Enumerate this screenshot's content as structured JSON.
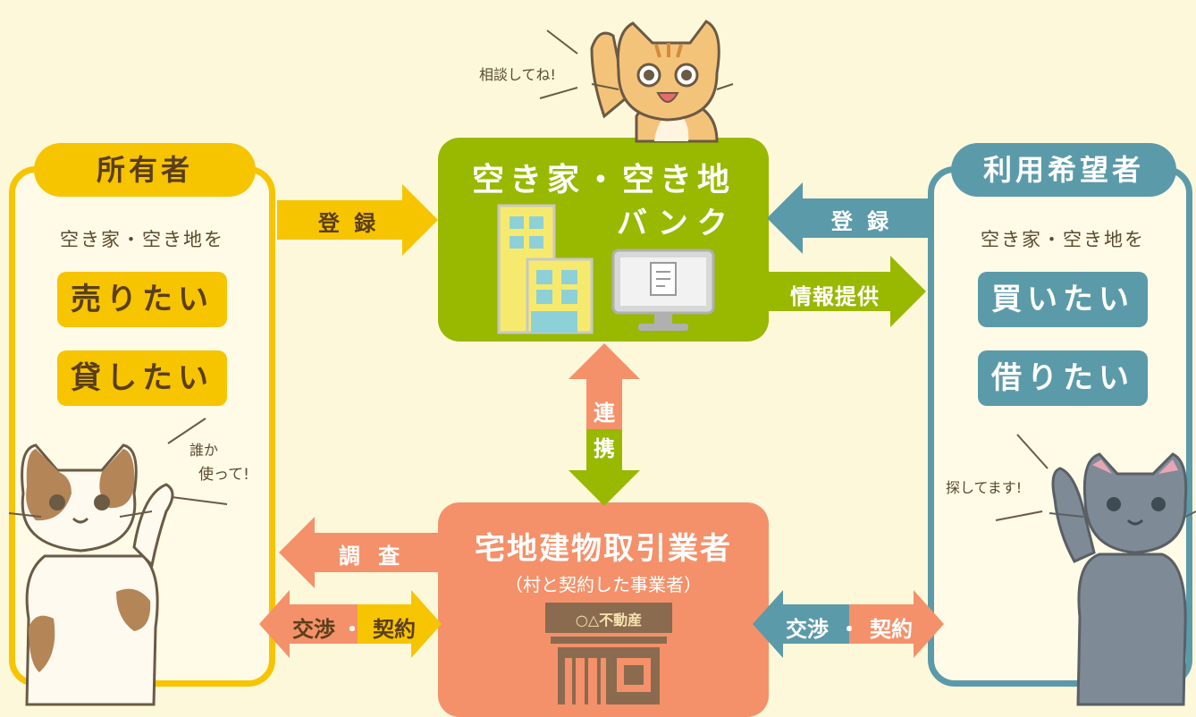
{
  "colors": {
    "background": "#fdf8da",
    "owner": "#f7c400",
    "bank": "#99b800",
    "user": "#5b9aa9",
    "agent": "#f4916a"
  },
  "owner": {
    "title": "所有者",
    "subtitle": "空き家・空き地を",
    "wish1": "売りたい",
    "wish2": "貸したい",
    "cat_speech_line1": "誰か",
    "cat_speech_line2": "使って!"
  },
  "bank": {
    "title_line1": "空き家・空き地",
    "title_line2": "バンク",
    "cat_speech": "相談してね!"
  },
  "user": {
    "title": "利用希望者",
    "subtitle": "空き家・空き地を",
    "wish1": "買いたい",
    "wish2": "借りたい",
    "cat_speech": "探してます!"
  },
  "agent": {
    "title": "宅地建物取引業者",
    "subtitle": "（村と契約した事業者）",
    "shop_sign": "○△不動産"
  },
  "arrows": {
    "owner_register": "登 録",
    "user_register": "登 録",
    "info_provide": "情報提供",
    "link_top": "連",
    "link_bottom": "携",
    "survey": "調 査",
    "negotiate_owner": "交渉",
    "contract_owner": "契約",
    "negotiate_user": "交渉",
    "contract_user": "契約",
    "dot": "・"
  }
}
